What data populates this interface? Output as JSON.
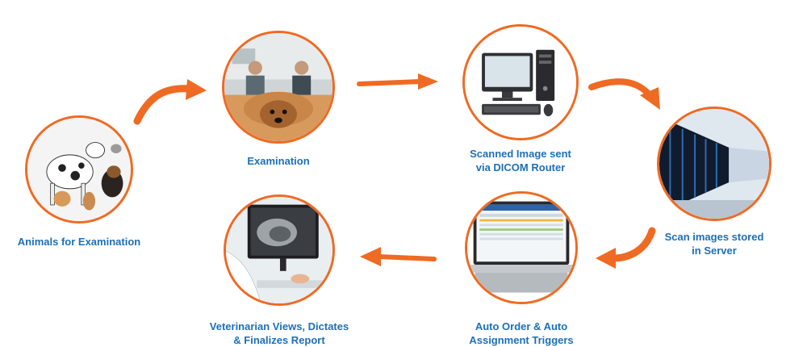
{
  "diagram": {
    "accent_color": "#ef6a22",
    "label_color": "#1d6fb8",
    "steps": [
      {
        "label": "Animals for Examination",
        "icon": "animals-group-photo"
      },
      {
        "label": "Examination",
        "icon": "dog-examination-photo"
      },
      {
        "label": "Scanned Image sent\nvia  DICOM Router",
        "icon": "desktop-computer-photo"
      },
      {
        "label": "Scan images stored\nin Server",
        "icon": "server-room-photo"
      },
      {
        "label": "Auto Order & Auto\nAssignment Triggers",
        "icon": "laptop-software-photo"
      },
      {
        "label": "Veterinarian Views, Dictates\n& Finalizes Report",
        "icon": "veterinarian-xray-photo"
      }
    ]
  }
}
